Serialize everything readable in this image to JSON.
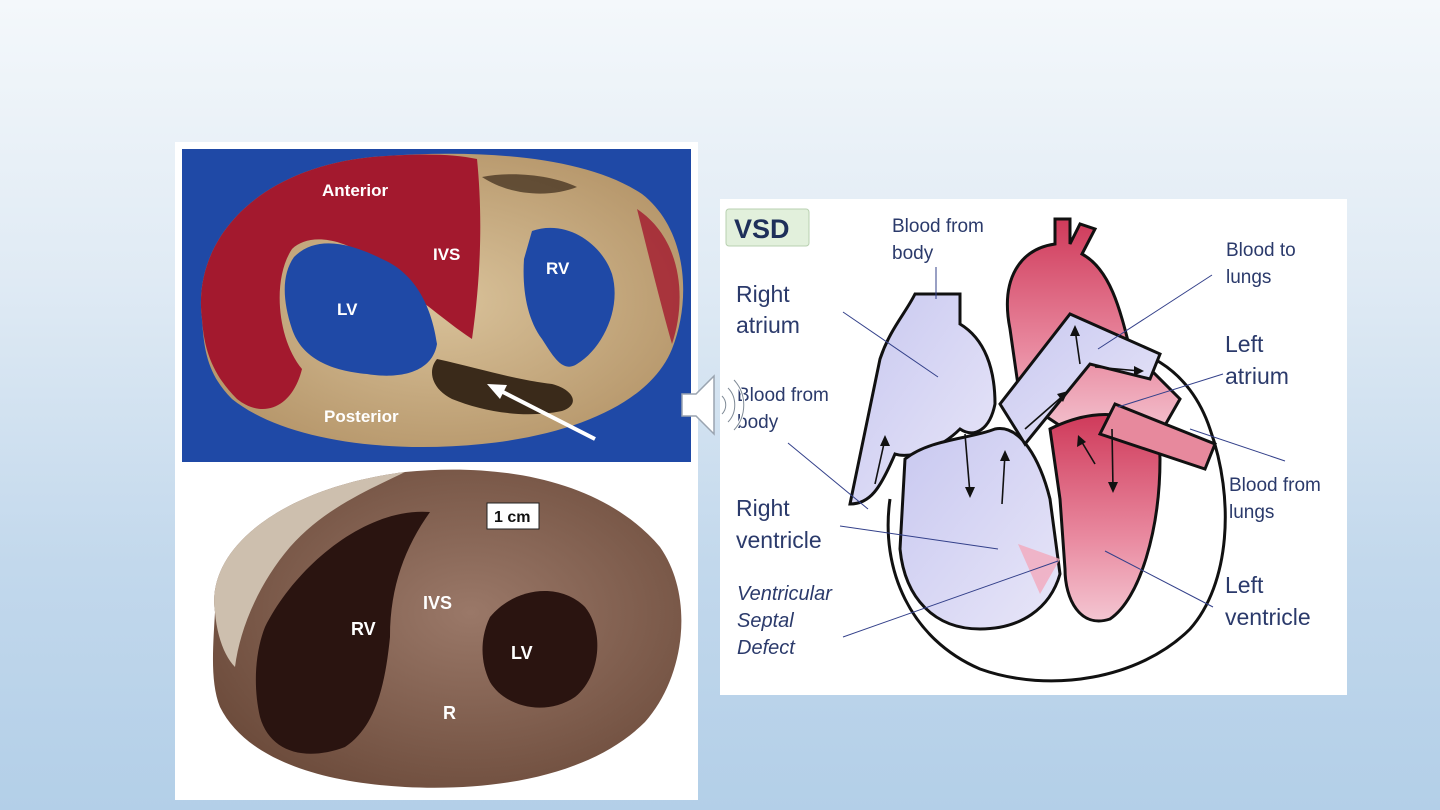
{
  "slide": {
    "photo_top": {
      "labels": {
        "anterior": "Anterior",
        "ivs": "IVS",
        "rv": "RV",
        "lv": "LV",
        "posterior": "Posterior"
      }
    },
    "photo_bottom": {
      "labels": {
        "scale": "1 cm",
        "ivs": "IVS",
        "rv": "RV",
        "lv": "LV",
        "r": "R"
      }
    },
    "diagram": {
      "badge": "VSD",
      "labels": {
        "blood_from_body_top_1": "Blood from",
        "blood_from_body_top_2": "body",
        "blood_to_lungs_1": "Blood to",
        "blood_to_lungs_2": "lungs",
        "right_atrium_1": "Right",
        "right_atrium_2": "atrium",
        "left_atrium_1": "Left",
        "left_atrium_2": "atrium",
        "blood_from_body_side_1": "Blood from",
        "blood_from_body_side_2": "body",
        "blood_from_lungs_1": "Blood from",
        "blood_from_lungs_2": "lungs",
        "right_ventricle_1": "Right",
        "right_ventricle_2": "ventricle",
        "left_ventricle_1": "Left",
        "left_ventricle_2": "ventricle",
        "vsd_1": "Ventricular",
        "vsd_2": "Septal",
        "vsd_3": "Defect"
      }
    }
  }
}
